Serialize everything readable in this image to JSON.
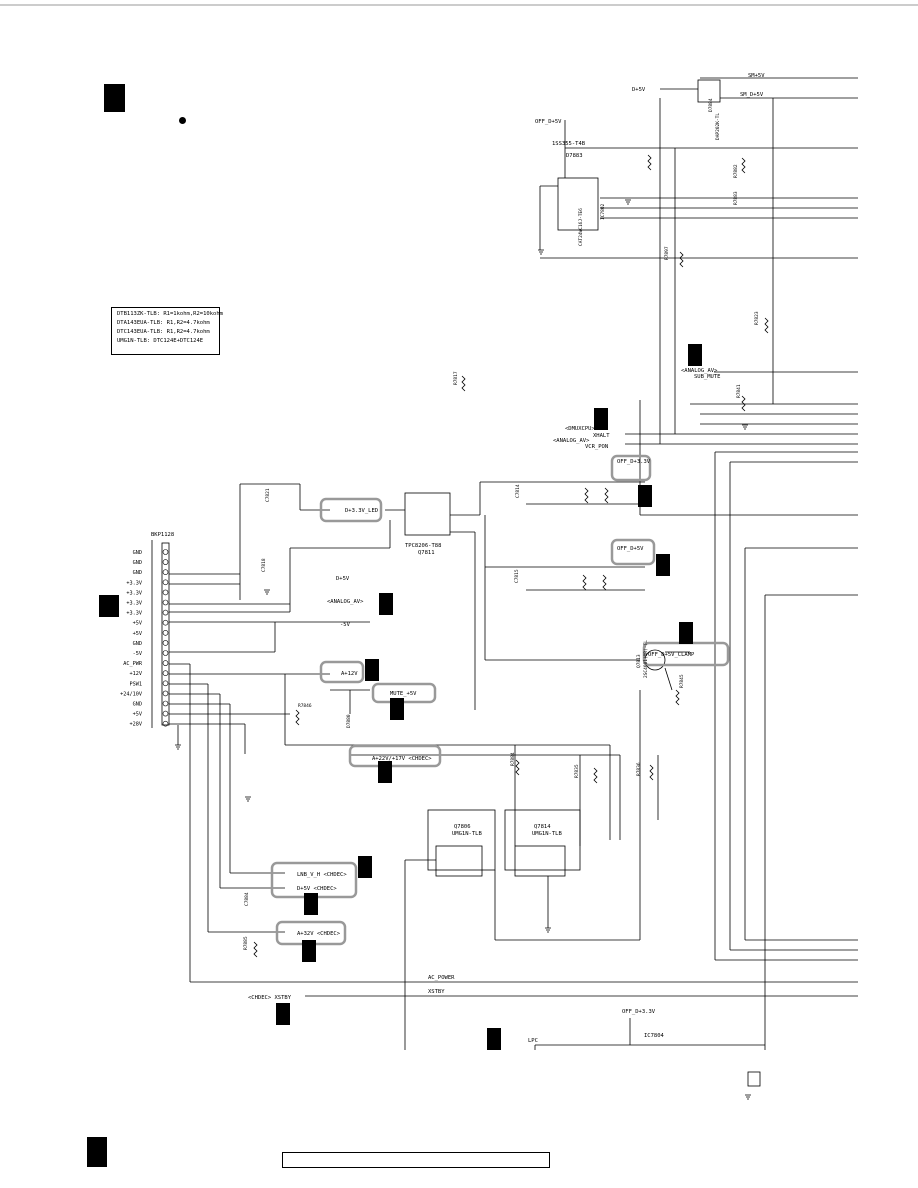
{
  "legend": [
    "DTB113ZK-TLB:  R1=1kohm,R2=10kohm",
    "DTA143EUA-TLB:  R1,R2=4.7kohm",
    "DTC143EUA-TLB:  R1,R2=4.7kohm",
    "UMG1N-TLB:  DTC124E+DTC124E"
  ],
  "connector": {
    "name": "BKP1128",
    "pins": [
      "GND",
      "GND",
      "GND",
      "+3.3V",
      "+3.3V",
      "+3.3V",
      "+3.3V",
      "+5V",
      "+5V",
      "GND",
      "-5V",
      "AC_PWR",
      "+12V",
      "PSW1",
      "+24/10V",
      "GND",
      "+5V",
      "+28V"
    ]
  },
  "labels": {
    "sm5v": "SM+5V",
    "smd5v": "SM_D+5V",
    "d5v_in": "D+5V",
    "d7884": "D7884",
    "dap": "DAP202K-TL",
    "off_d5v": "OFF_D+5V",
    "diode_part": "1SS355-T4B",
    "d7883": "D7883",
    "ic_part": "CAT24WC16J-TE6",
    "ic_ref": "IC7802",
    "analog_av_in": "<ANALOG_AV>",
    "sub_mute": "SUB_MUTE",
    "dmuxcpu": "<DMUXCPU>",
    "xhalt": "XHALT",
    "analog_av2": "<ANALOG_AV>",
    "vcr_pon": "VCR_PON",
    "off_d33": "OFF_D+3.3V",
    "off_d5v2": "OFF_D+5V",
    "d33_led": "D+3.3V_LED",
    "q7811_part": "TPC8206-T88",
    "q7811": "Q7811",
    "d5v_a": "D+5V",
    "analog_av_b": "<ANALOG_AV>",
    "m5v": "-5V",
    "q7813": "Q7813",
    "q7813_part": "2SC4081(QR)-TL",
    "off_clamp": "OFF_D+5V_CLAMP",
    "a12v": "A+12V",
    "mute5v": "MUTE_+5V",
    "a22v": "A+22V/+17V <CHDEC>",
    "q7806": "Q7806",
    "q7806_part": "UMG1N-TLB",
    "q7814": "Q7814",
    "q7814_part": "UMG1N-TLB",
    "lnb": "LNB_V_H <CHDEC>",
    "d5v_chdec": "D+5V <CHDEC>",
    "a32v": "A+32V <CHDEC>",
    "ac_power": "AC_POWER",
    "xstby": "XSTBY",
    "chdec_xstby": "<CHDEC>  XSTBY",
    "lpc": "LPC",
    "off_d33b": "OFF_D+3.3V",
    "ic7804": "IC7804",
    "r7882": "R7882",
    "r7883": "R7883",
    "r7846": "R7846",
    "c7821": "C7821",
    "c7818": "C7818",
    "d7880": "D7880",
    "r7897": "R7897",
    "r7823": "R7823",
    "r7841": "R7841",
    "r7817": "R7817",
    "r7845": "R7845",
    "c7884": "C7884",
    "r7885": "R7885",
    "r7884": "R7884",
    "r7835": "R7835",
    "r7836": "R7836",
    "c7814": "C7814",
    "c7815": "C7815"
  }
}
